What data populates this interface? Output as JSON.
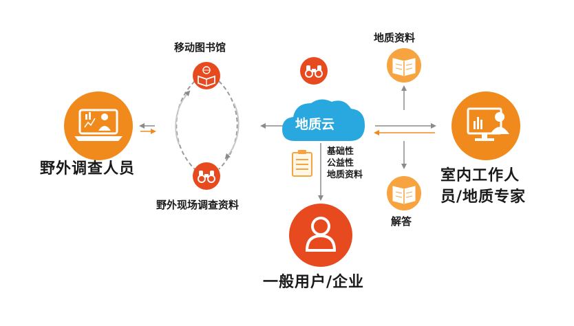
{
  "nodes": {
    "field_surveyor": {
      "label": "野外调查人员"
    },
    "mobile_library": {
      "label": "移动图书馆"
    },
    "field_data": {
      "label": "野外现场调查资料"
    },
    "geo_cloud": {
      "label": "地质云"
    },
    "cloud_note": {
      "lines": [
        "基础性",
        "公益性",
        "地质资料"
      ]
    },
    "geo_data": {
      "label": "地质资料"
    },
    "answer": {
      "label": "解答"
    },
    "office_expert": {
      "line1": "室内工作人",
      "line2": "员/地质专家"
    },
    "general_user": {
      "label": "一般用户/企业"
    }
  },
  "colors": {
    "orange": "#f08a1c",
    "orange_light": "#f7a440",
    "red": "#e84a1f",
    "cloud": "#29a8e0",
    "arrow_gray": "#8a8a8a",
    "dash_gray": "#9a9a9a"
  },
  "icons": {
    "field_surveyor": "laptop-user-icon",
    "mobile_library": "book-globe-icon",
    "binoculars": "binoculars-icon",
    "geo_data": "open-book-icon",
    "answer": "open-book-icon",
    "office_expert": "monitor-user-icon",
    "general_user": "user-icon",
    "document": "document-icon"
  }
}
